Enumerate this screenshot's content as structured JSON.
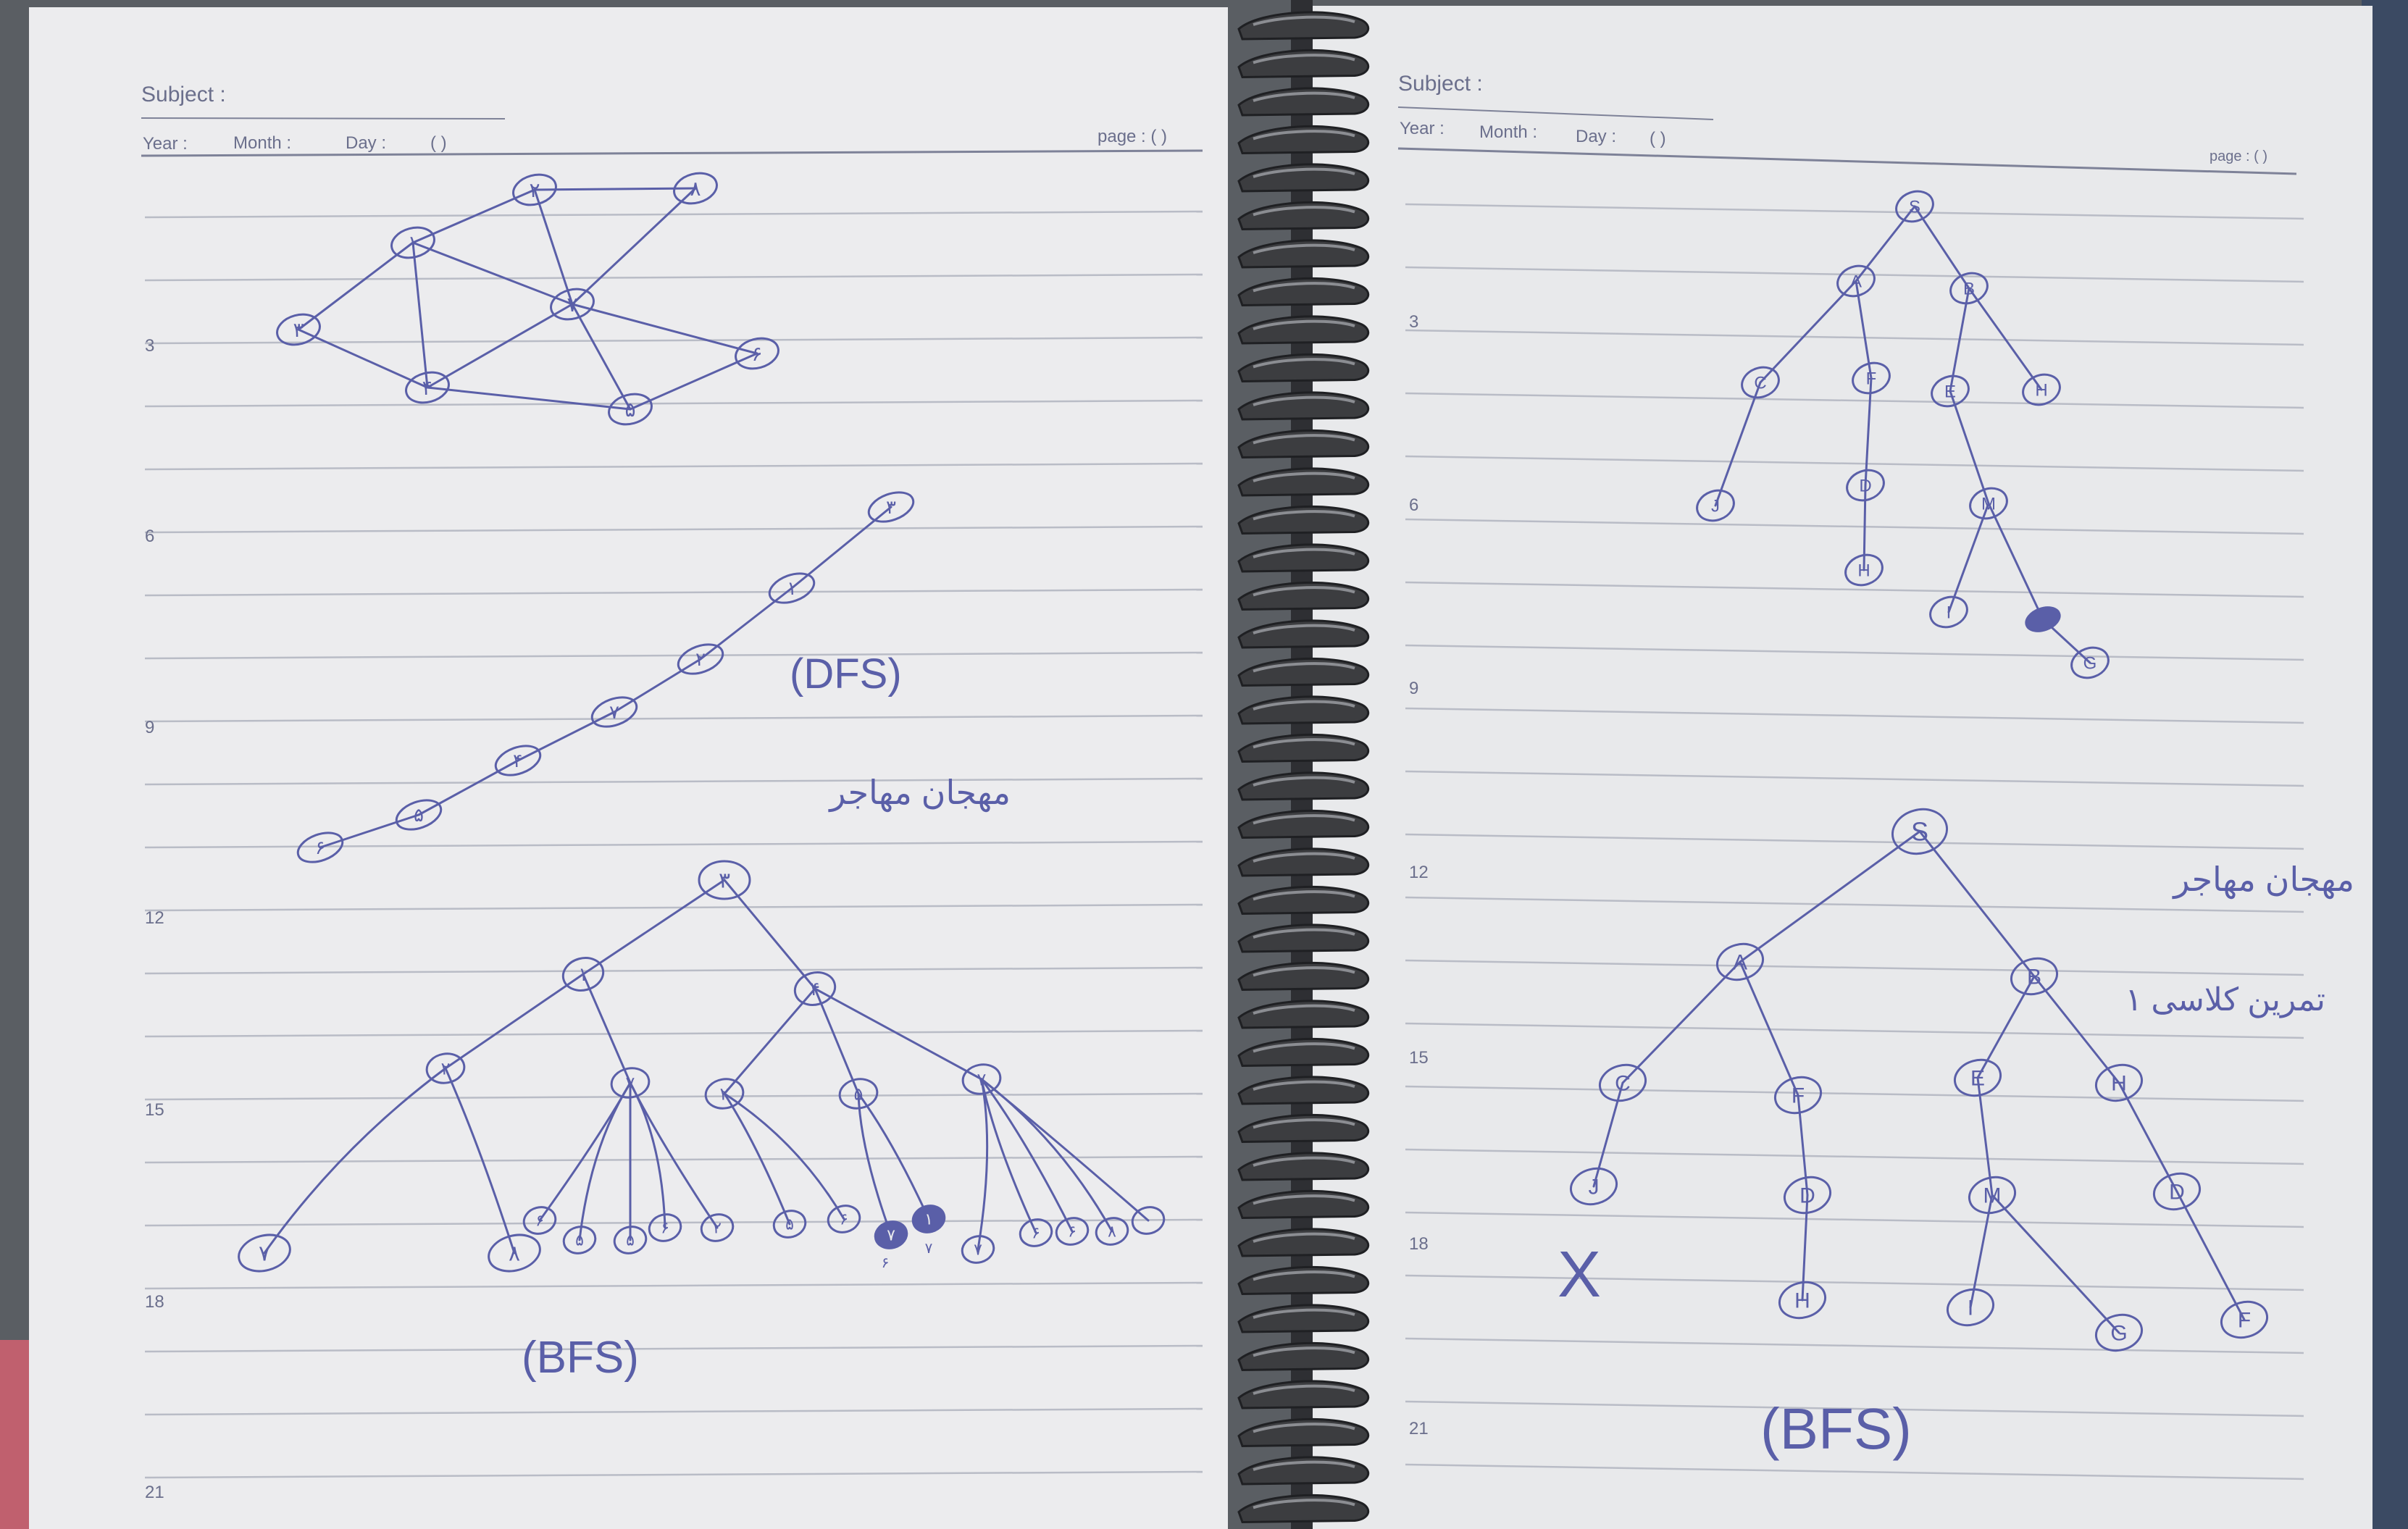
{
  "notebook": {
    "left_page": {
      "header": {
        "subject": "Subject :",
        "year": "Year :",
        "month": "Month :",
        "day": "Day :",
        "day_paren": "(   )",
        "page": "page : (        )"
      },
      "line_numbers": [
        "3",
        "6",
        "9",
        "12",
        "15",
        "18",
        "21"
      ],
      "graph": {
        "nodes": [
          {
            "id": "g1",
            "label": "۱"
          },
          {
            "id": "g2",
            "label": "۲"
          },
          {
            "id": "g8",
            "label": "۸"
          },
          {
            "id": "g3",
            "label": "۳"
          },
          {
            "id": "g7",
            "label": "۷"
          },
          {
            "id": "g4",
            "label": "۴"
          },
          {
            "id": "g6",
            "label": "۶"
          },
          {
            "id": "g5",
            "label": "۵"
          }
        ]
      },
      "dfs_chain": [
        "۳",
        "۱",
        "۲",
        "۷",
        "۴",
        "۵",
        "۶"
      ],
      "dfs_label": "(DFS)",
      "signature": "مهجان مهاجر",
      "bfs_tree": {
        "root": "۳",
        "level1": [
          "۱",
          "۴"
        ],
        "level2": [
          "۲",
          "۷",
          "۲",
          "۵",
          "۷"
        ],
        "leaves": [
          "۷",
          "۸",
          "۶",
          "۵",
          "۵",
          "۶",
          "۲",
          "۵",
          "۶",
          "۷",
          "۱",
          "۷",
          "۶",
          "۶",
          "۸"
        ],
        "marks": [
          "۶",
          "۷"
        ]
      },
      "bfs_label": "(BFS)"
    },
    "right_page": {
      "header": {
        "subject": "Subject :",
        "year": "Year :",
        "month": "Month :",
        "day": "Day :",
        "day_paren": "(   )",
        "page": "page : (      )"
      },
      "line_numbers": [
        "3",
        "6",
        "9",
        "12",
        "15",
        "18",
        "21"
      ],
      "tree_top": [
        "S",
        "A",
        "B",
        "C",
        "F",
        "E",
        "H",
        "J",
        "D",
        "M",
        "H",
        "I",
        "G"
      ],
      "tree_bottom": [
        "S",
        "A",
        "B",
        "C",
        "F",
        "E",
        "H",
        "J",
        "D",
        "M",
        "D",
        "H",
        "I",
        "G",
        "F"
      ],
      "signature": "مهجان مهاجر",
      "note": "تمرین کلاسی ۱",
      "cross": "X",
      "bfs_label": "(BFS)"
    }
  },
  "colors": {
    "ink": "#5a5fa8",
    "rule": "#b9bcc6",
    "paper_left": "#ececee",
    "paper_right": "#e9eaec",
    "spiral": "#3c3d40"
  }
}
